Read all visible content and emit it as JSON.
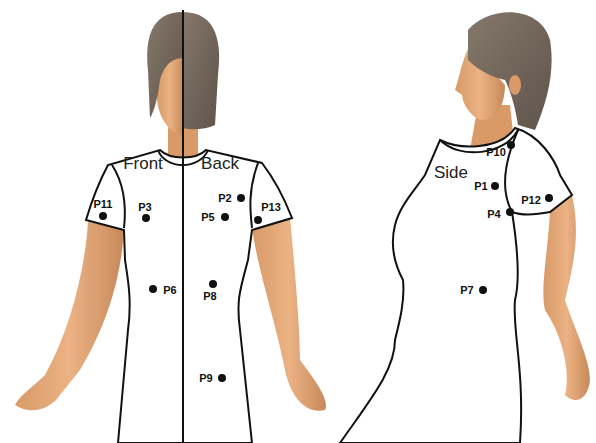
{
  "diagram": {
    "labels": [
      "Front",
      "Back",
      "Side",
      "P11",
      "P3",
      "P6",
      "P2",
      "P5",
      "P13",
      "P8",
      "P9",
      "P10",
      "P1",
      "P12",
      "P4",
      "P7"
    ]
  }
}
